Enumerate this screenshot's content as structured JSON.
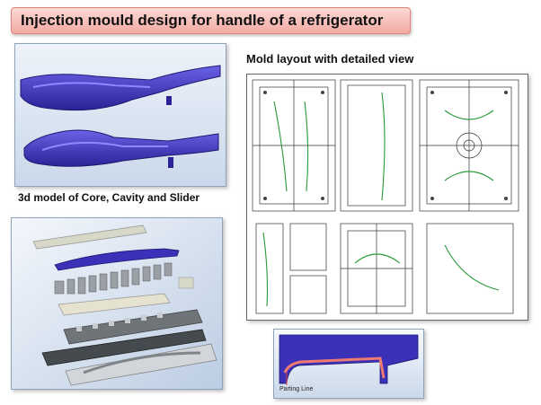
{
  "slide": {
    "title": "Injection mould design for handle of a refrigerator",
    "core_caption": "3d model of Core, Cavity and Slider",
    "layout_caption": "Mold layout with detailed view",
    "parting_line_label": "Parting Line"
  },
  "colors": {
    "banner": "#f3a9a2",
    "part_blue": "#3a31b8",
    "panel_bg": "#dfe9f4",
    "parting_line": "#e84040"
  }
}
